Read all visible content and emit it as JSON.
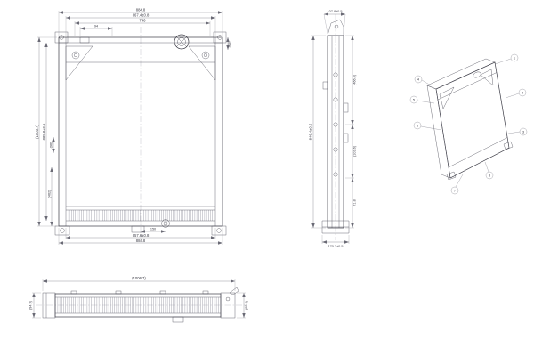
{
  "drawing": {
    "background": "#ffffff",
    "line_color": "#3b3b45",
    "dim_color": "#6a6a75",
    "views": {
      "front": {
        "name": "front-view",
        "dims_top": [
          "884.8",
          "867.4±0.8",
          "746",
          "94"
        ],
        "dims_left": [
          "(1003.7)",
          "885.8±0.5",
          "(96)",
          "(462)"
        ],
        "dims_bottom": [
          "150",
          "857.6±0.8",
          "884.8"
        ],
        "dims_right": [
          "(40)"
        ]
      },
      "side": {
        "name": "side-view",
        "dim_top": "107.8±0.5",
        "dim_left": "846.4±0.5",
        "dims_right": [
          "(466.4)",
          "(101.6)",
          "71.8"
        ],
        "dim_bottom": "170.3±0.5"
      },
      "iso": {
        "name": "isometric-view",
        "callouts": [
          "1",
          "2",
          "3",
          "4",
          "5",
          "6",
          "7",
          "8"
        ]
      },
      "bottom": {
        "name": "bottom-view",
        "dim_top": "(1006.7)",
        "dim_left": "(94.9)",
        "dim_right": "(69.8)"
      }
    }
  }
}
